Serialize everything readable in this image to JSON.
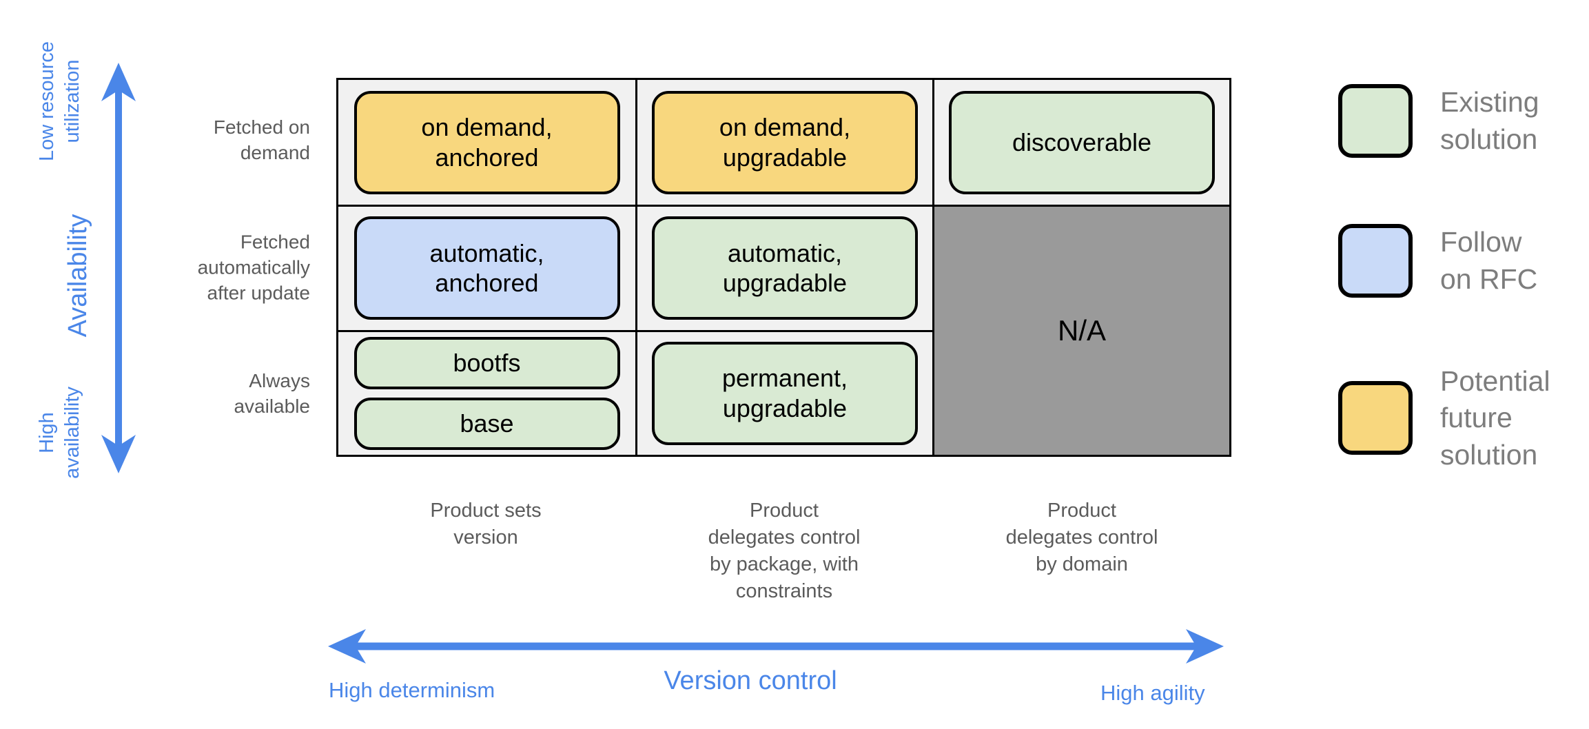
{
  "colors": {
    "accent_blue": "#4a86e8",
    "label_gray": "#5b5b5b",
    "legend_text_gray": "#7d7d7d",
    "existing_green": "#d9ead3",
    "rfc_blue": "#c9daf8",
    "future_yellow": "#f8d77e",
    "na_gray": "#9a9a9a",
    "cell_bg": "#f1f1f1"
  },
  "y_axis": {
    "top_label": "Low resource\nutilization",
    "title": "Availability",
    "bottom_label": "High\navailability"
  },
  "x_axis": {
    "left_label": "High determinism",
    "title": "Version control",
    "right_label": "High agility"
  },
  "row_labels": [
    "Fetched on\ndemand",
    "Fetched\nautomatically\nafter update",
    "Always\navailable"
  ],
  "col_labels": [
    "Product sets\nversion",
    "Product\ndelegates control\nby package, with\nconstraints",
    "Product\ndelegates control\nby domain"
  ],
  "matrix": {
    "r1c1": "on demand,\nanchored",
    "r1c2": "on demand,\nupgradable",
    "r1c3": "discoverable",
    "r2c1": "automatic,\nanchored",
    "r2c2": "automatic,\nupgradable",
    "r3c1_top": "bootfs",
    "r3c1_bottom": "base",
    "r3c2": "permanent,\nupgradable",
    "na": "N/A"
  },
  "legend": {
    "existing": "Existing\nsolution",
    "rfc": "Follow\non RFC",
    "future": "Potential\nfuture\nsolution"
  }
}
